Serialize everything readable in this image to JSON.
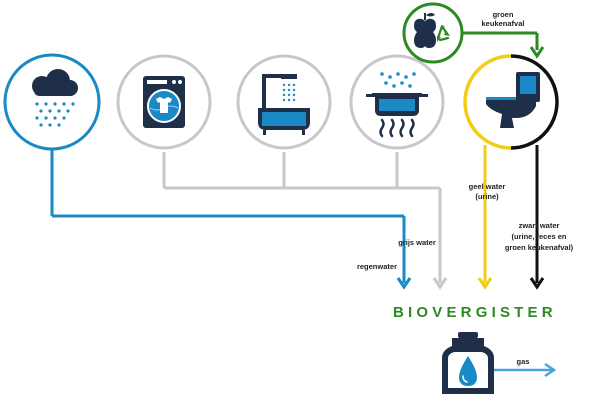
{
  "colors": {
    "blue": "#1a8ac6",
    "gray": "#c8c8c8",
    "green": "#2d8a22",
    "yellow": "#f2cd17",
    "black": "#111111",
    "navy": "#1f2f4a",
    "gas": "#4aa3dc"
  },
  "sources": [
    {
      "name": "rain-icon",
      "stream": "regenwater"
    },
    {
      "name": "washing-machine-icon",
      "stream": "grijs water"
    },
    {
      "name": "shower-bath-icon",
      "stream": "grijs water"
    },
    {
      "name": "cooking-pot-icon",
      "stream": "grijs water"
    },
    {
      "name": "toilet-icon",
      "stream": "geel water / zwart water"
    },
    {
      "name": "food-waste-recycle-icon",
      "stream": "groen keukenafval"
    }
  ],
  "labels": {
    "green_waste_1": "groen",
    "green_waste_2": "keukenafval",
    "yellow_1": "geel water",
    "yellow_2": "(urine)",
    "black_1": "zwart water",
    "black_2": "(urine, feces en",
    "black_3": "groen keukenafval)",
    "grey": "grijs water",
    "rain": "regenwater",
    "gas": "gas"
  },
  "title": "BIOVERGISTER"
}
